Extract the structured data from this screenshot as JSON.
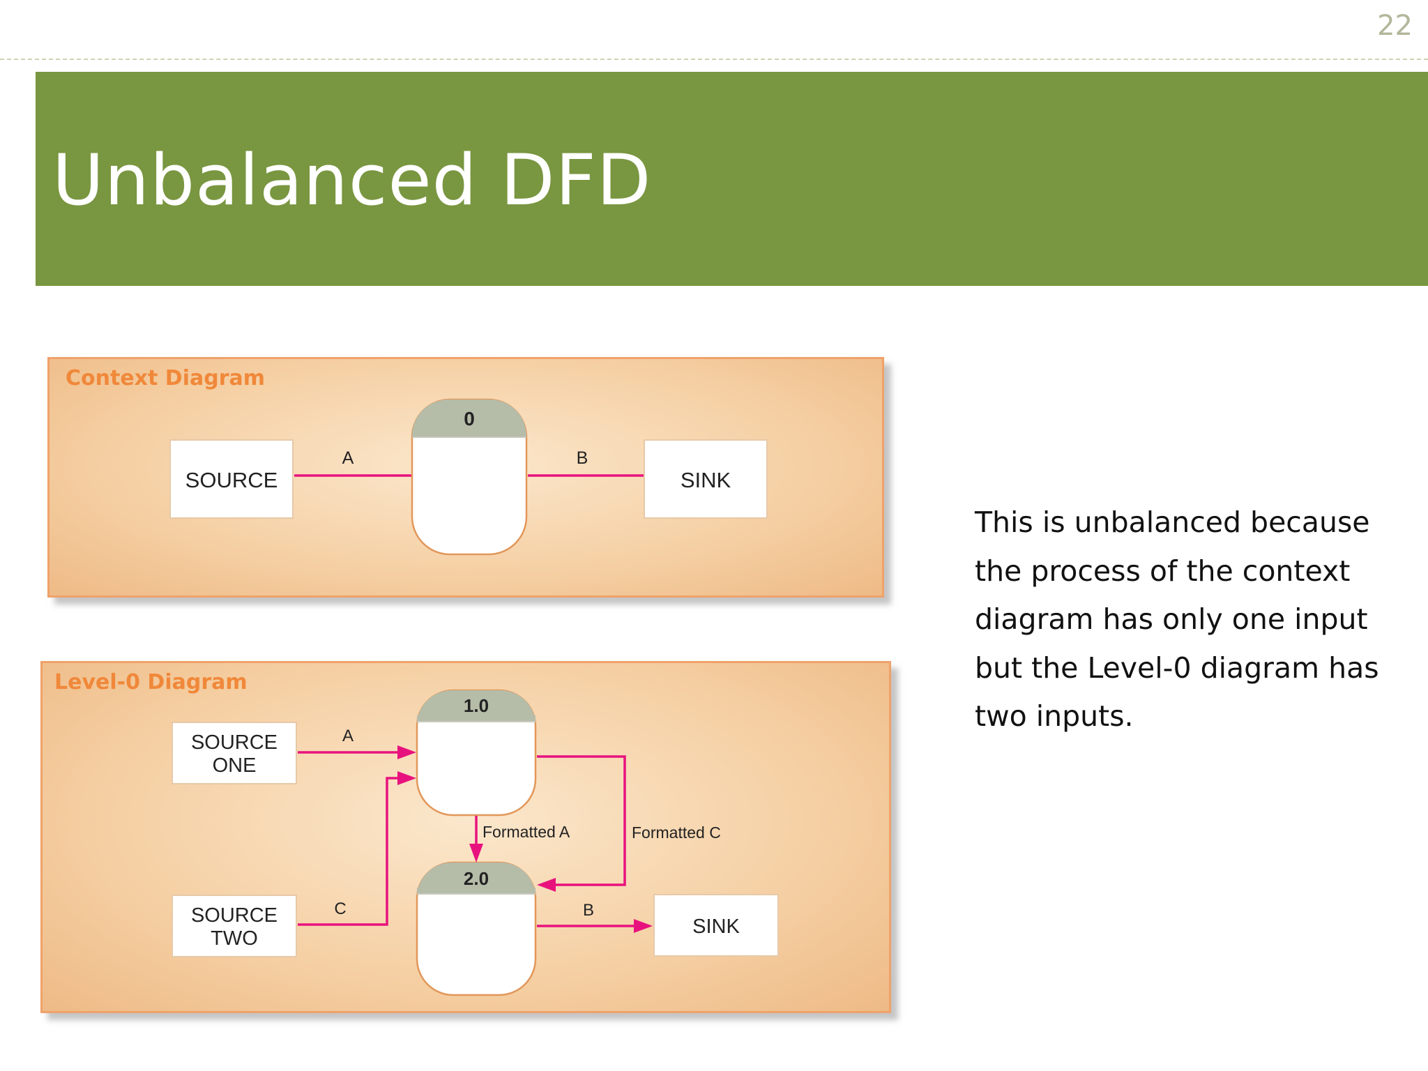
{
  "slide": {
    "page_number": "22",
    "title": "Unbalanced DFD",
    "explanation": "This is unbalanced because the process of the context diagram has only one input but the Level-0 diagram has two inputs."
  },
  "context_diagram": {
    "label": "Context Diagram",
    "source": "SOURCE",
    "process_id": "0",
    "sink": "SINK",
    "flow_in": "A",
    "flow_out": "B"
  },
  "level0_diagram": {
    "label": "Level-0 Diagram",
    "source_one": [
      "SOURCE",
      "ONE"
    ],
    "source_two": [
      "SOURCE",
      "TWO"
    ],
    "process_1_id": "1.0",
    "process_2_id": "2.0",
    "sink": "SINK",
    "flow_a": "A",
    "flow_c": "C",
    "flow_formatted_a": "Formatted A",
    "flow_formatted_c": "Formatted C",
    "flow_b": "B"
  },
  "colors": {
    "title_band": "#799640",
    "flow_arrow": "#e8127e",
    "panel_label": "#f0883a",
    "process_header": "#b5bda9"
  }
}
